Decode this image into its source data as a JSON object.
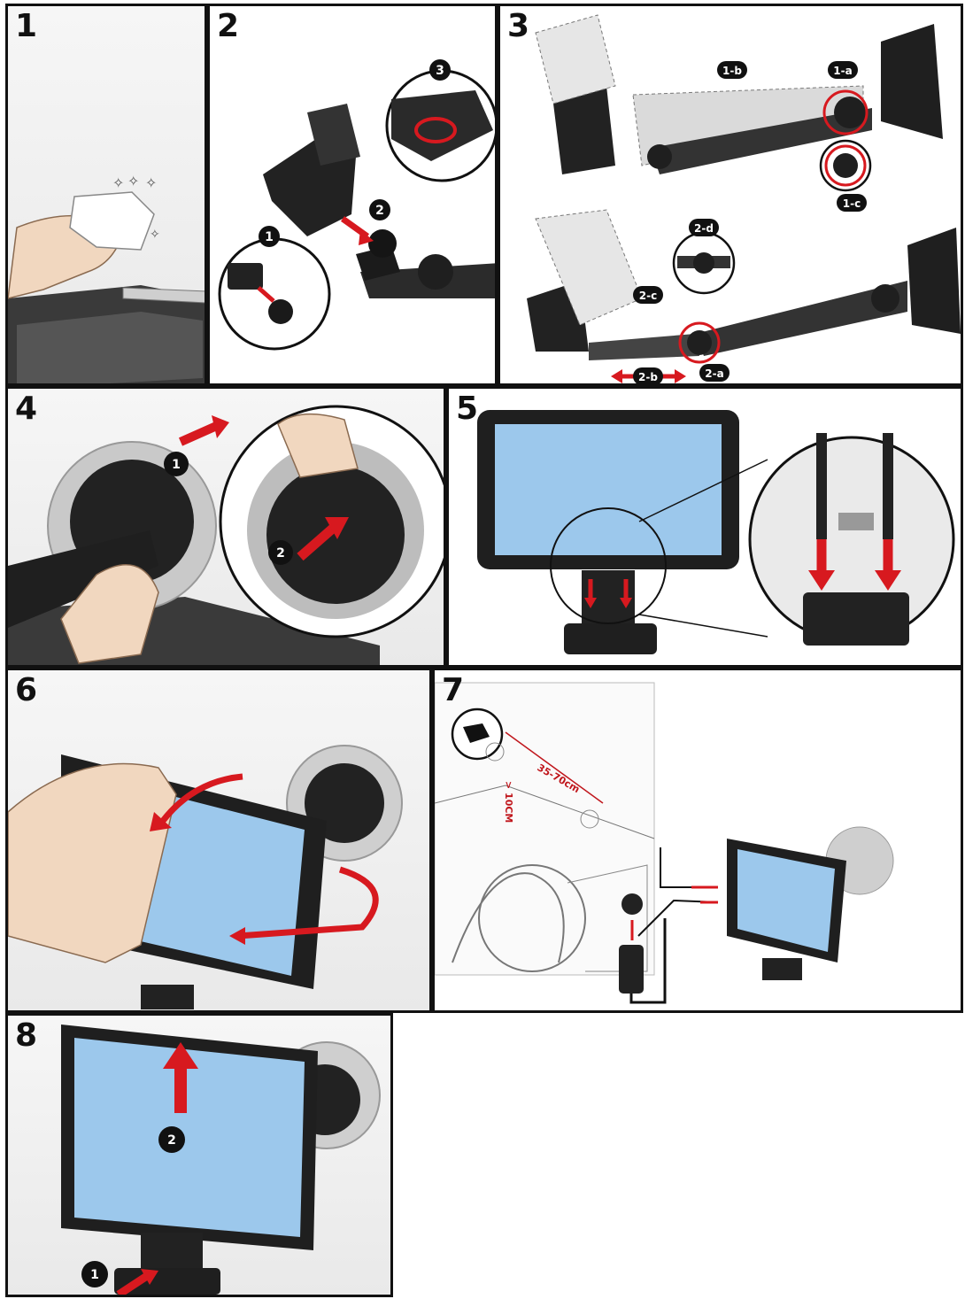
{
  "panels": [
    {
      "number": "1"
    },
    {
      "number": "2",
      "callouts": [
        "1",
        "2",
        "3"
      ]
    },
    {
      "number": "3",
      "callouts": [
        "1-a",
        "1-b",
        "1-c",
        "2-a",
        "2-b",
        "2-c",
        "2-d"
      ]
    },
    {
      "number": "4",
      "callouts": [
        "1",
        "2"
      ]
    },
    {
      "number": "5"
    },
    {
      "number": "6"
    },
    {
      "number": "7",
      "measurements": [
        "35-70cm",
        "> 10CM"
      ]
    },
    {
      "number": "8",
      "callouts": [
        "1",
        "2"
      ]
    }
  ],
  "colors": {
    "accent": "#d7191f",
    "outline": "#111111",
    "screen": "#9cc8ec",
    "mount": "#2b2b2b"
  }
}
